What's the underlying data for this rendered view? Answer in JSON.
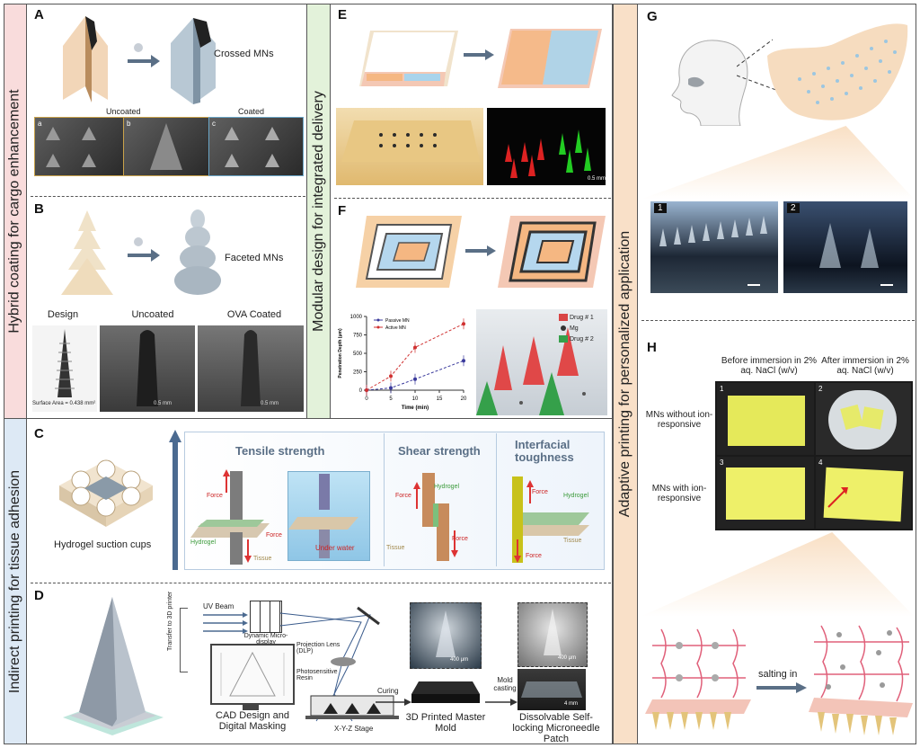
{
  "sections": {
    "left_top_title": "Hybrid coating for cargo enhancement",
    "left_bottom_title": "Indirect printing for tissue adhesion",
    "middle_title": "Modular design for integrated delivery",
    "right_title": "Adaptive printing for personalized application"
  },
  "panel_labels": {
    "A": "A",
    "B": "B",
    "C": "C",
    "D": "D",
    "E": "E",
    "F": "F",
    "G": "G",
    "H": "H"
  },
  "panelA": {
    "product": "Crossed MNs",
    "uncoated": "Uncoated",
    "coated": "Coated",
    "sub_a": "a",
    "sub_b": "b",
    "sub_c": "c"
  },
  "panelB": {
    "product": "Faceted MNs",
    "design": "Design",
    "uncoated": "Uncoated",
    "ova": "OVA Coated",
    "surface_area": "Surface Area = 0.438 mm²",
    "scale1": "0.5 mm",
    "scale2": "0.5 mm"
  },
  "panelC": {
    "cups": "Hydrogel suction cups",
    "tensile": "Tensile strength",
    "shear": "Shear strength",
    "interfacial": "Interfacial toughness",
    "force": "Force",
    "hydrogel": "Hydrogel",
    "tissue": "Tissue",
    "under_water": "Under water"
  },
  "panelD": {
    "uv": "UV Beam",
    "transfer": "Transfer to 3D printer",
    "dmd": "Dynamic Micro-display",
    "lens": "Projection Lens (DLP)",
    "resin": "Photosensitive Resin",
    "stage": "X-Y-Z Stage",
    "cad": "CAD Design and Digital Masking",
    "curing": "Curing",
    "mold_casting": "Mold casting",
    "master": "3D Printed Master Mold",
    "patch": "Dissolvable Self-locking Microneedle Patch",
    "s400a": "400 μm",
    "s400b": "400 μm",
    "s4mm": "4 mm"
  },
  "panelE": {
    "scale": "0.5 mm"
  },
  "panelF": {
    "legend_drug1": "Drug # 1",
    "legend_mg": "Mg",
    "legend_drug2": "Drug # 2"
  },
  "panelG": {
    "num1": "1",
    "num2": "2"
  },
  "panelH": {
    "before": "Before immersion in 2% aq. NaCl (w/v)",
    "after": "After immersion in 2% aq. NaCl (w/v)",
    "row1": "MNs without ion-responsive",
    "row2": "MNs with ion-responsive",
    "n1": "1",
    "n2": "2",
    "n3": "3",
    "n4": "4",
    "salting": "salting in"
  },
  "chart_data": {
    "type": "line",
    "xlabel": "Time (min)",
    "ylabel": "Penetration Depth (μm)",
    "xlim": [
      0,
      20
    ],
    "ylim": [
      0,
      1000
    ],
    "xticks": [
      0,
      5,
      10,
      15,
      20
    ],
    "yticks": [
      0,
      250,
      500,
      750,
      1000
    ],
    "series": [
      {
        "name": "Passive MN",
        "color": "#3a3a9c",
        "x": [
          0,
          5,
          10,
          20
        ],
        "y": [
          0,
          30,
          150,
          400
        ]
      },
      {
        "name": "Active MN",
        "color": "#d03030",
        "x": [
          0,
          5,
          10,
          20
        ],
        "y": [
          0,
          190,
          580,
          900
        ]
      }
    ]
  }
}
